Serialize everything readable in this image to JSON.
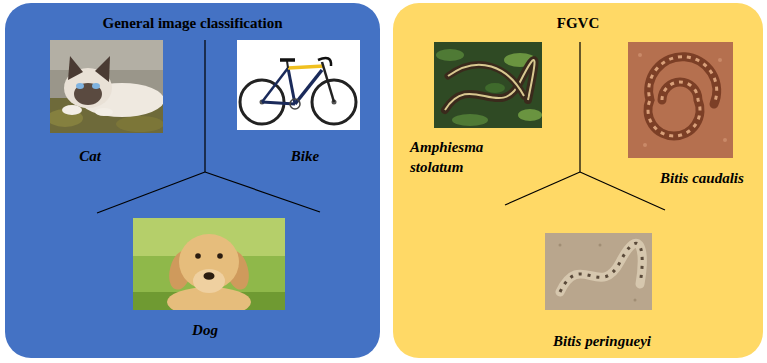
{
  "diagram": {
    "nodes": [
      {
        "text": [
          "General image classification"
        ]
      },
      {
        "text": [
          "FGVC"
        ]
      }
    ],
    "labels": [
      "Cat",
      "Bike",
      "Dog",
      "Amphiesma stolatum",
      "Bitis caudalis",
      "Bitis peringueyi"
    ]
  }
}
